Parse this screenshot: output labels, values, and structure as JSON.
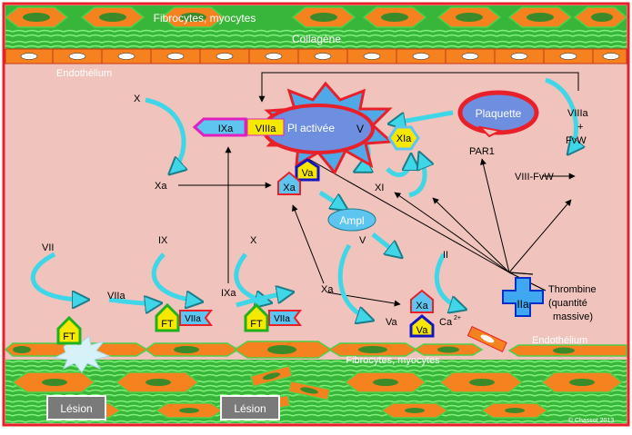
{
  "labels": {
    "fibrocytes_top": "Fibrocytes, myocytes",
    "collagene": "Collagène",
    "endothelium_top": "Endothélium",
    "fibrocytes_bottom": "Fibrocytes, myocytes",
    "endothelium_bottom": "Endothélium",
    "copyright": "© Chassot 2013"
  },
  "factors": {
    "x_top": "X",
    "xa_top": "Xa",
    "ixa_tenase": "IXa",
    "viiia_tenase": "VIIIa",
    "pl_activee": "Pl activée",
    "v_on_platelet": "V",
    "va_prothrombinase": "Va",
    "xa_prothrombinase": "Xa",
    "xia": "XIa",
    "xi": "XI",
    "ampl": "Ampl",
    "plaquette": "Plaquette",
    "par1": "PAR1",
    "viiia_fvw_1": "VIIIa",
    "viiia_fvw_2": "+",
    "viiia_fvw_3": "FvW",
    "viii_fvw": "VIII-FvW",
    "vii": "VII",
    "viia": "VIIa",
    "ix": "IX",
    "ixa": "IXa",
    "x_mid": "X",
    "xa_mid": "Xa",
    "v_mid": "V",
    "va_mid": "Va",
    "xa_box": "Xa",
    "va_box": "Va",
    "ca": "Ca",
    "ca_sup": "2+",
    "ii": "II",
    "iia": "IIa",
    "thrombine_1": "Thrombine",
    "thrombine_2": "(quantité",
    "thrombine_3": "massive)",
    "ft_1": "FT",
    "ft_2": "FT",
    "viia_2": "VIIa",
    "ft_3": "FT",
    "viia_3": "VIIa"
  },
  "buttons": {
    "lesion_1": "Lésion",
    "lesion_2": "Lésion"
  },
  "colors": {
    "vessel_bg": "#f0c3bd",
    "border_red": "#e8202a",
    "green_band": "#4fd04a",
    "orange_cell": "#f5821f",
    "cyan_arrow": "#3fd6e8",
    "black_arrow": "#000000",
    "tenase_magenta": "#e020c0",
    "pl_blue": "#6e8fe0"
  }
}
